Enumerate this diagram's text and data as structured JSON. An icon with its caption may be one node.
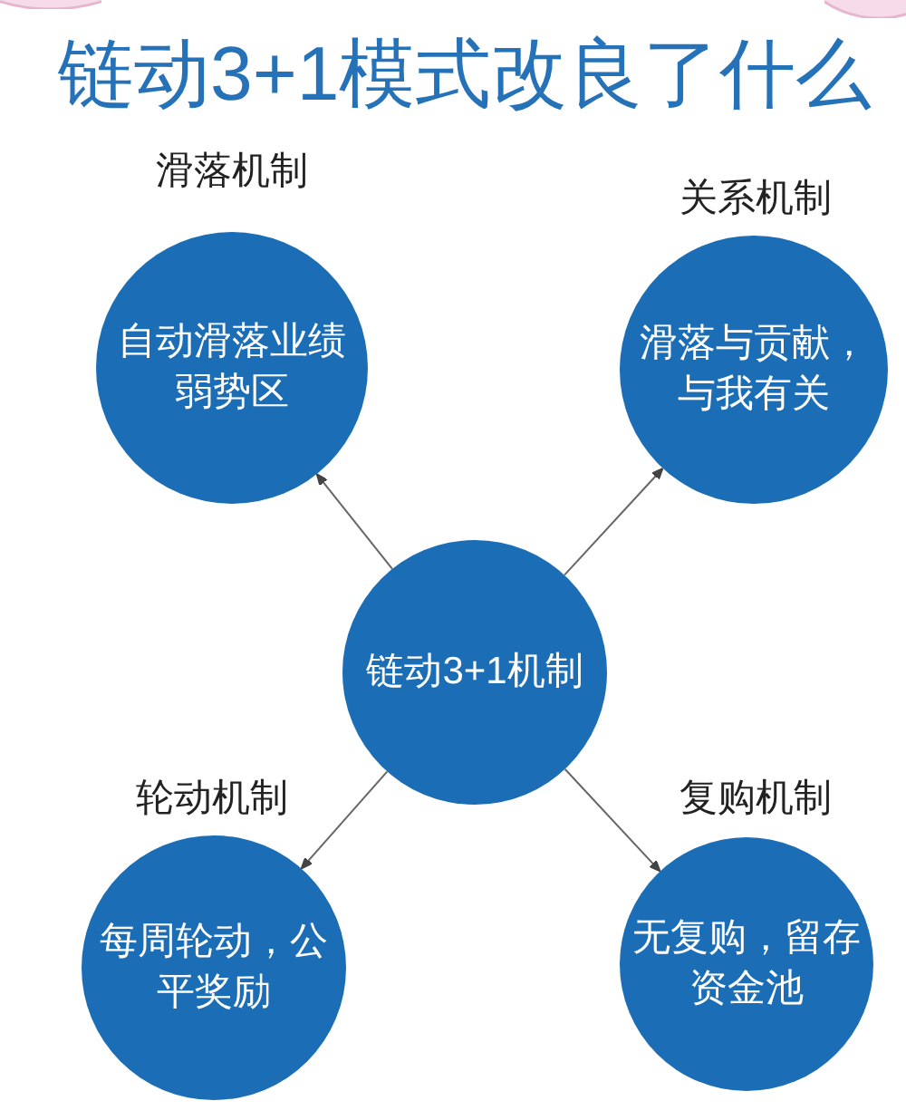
{
  "diagram": {
    "title": "链动3+1模式改良了什么",
    "nodes": [
      {
        "text": [
          "滑落机制",
          "自动滑落业绩弱势区"
        ]
      },
      {
        "text": [
          "关系机制",
          "滑落与贡献，与我有关"
        ]
      },
      {
        "text": [
          "链动3+1机制"
        ]
      },
      {
        "text": [
          "轮动机制",
          "每周轮动，公平奖励"
        ]
      },
      {
        "text": [
          "复购机制",
          "无复购，留存资金池"
        ]
      }
    ],
    "edges": [
      {
        "from": 2,
        "to": 0,
        "arrow": "to"
      },
      {
        "from": 2,
        "to": 1,
        "arrow": "to"
      },
      {
        "from": 2,
        "to": 3,
        "arrow": "to"
      },
      {
        "from": 2,
        "to": 4,
        "arrow": "to"
      }
    ]
  }
}
